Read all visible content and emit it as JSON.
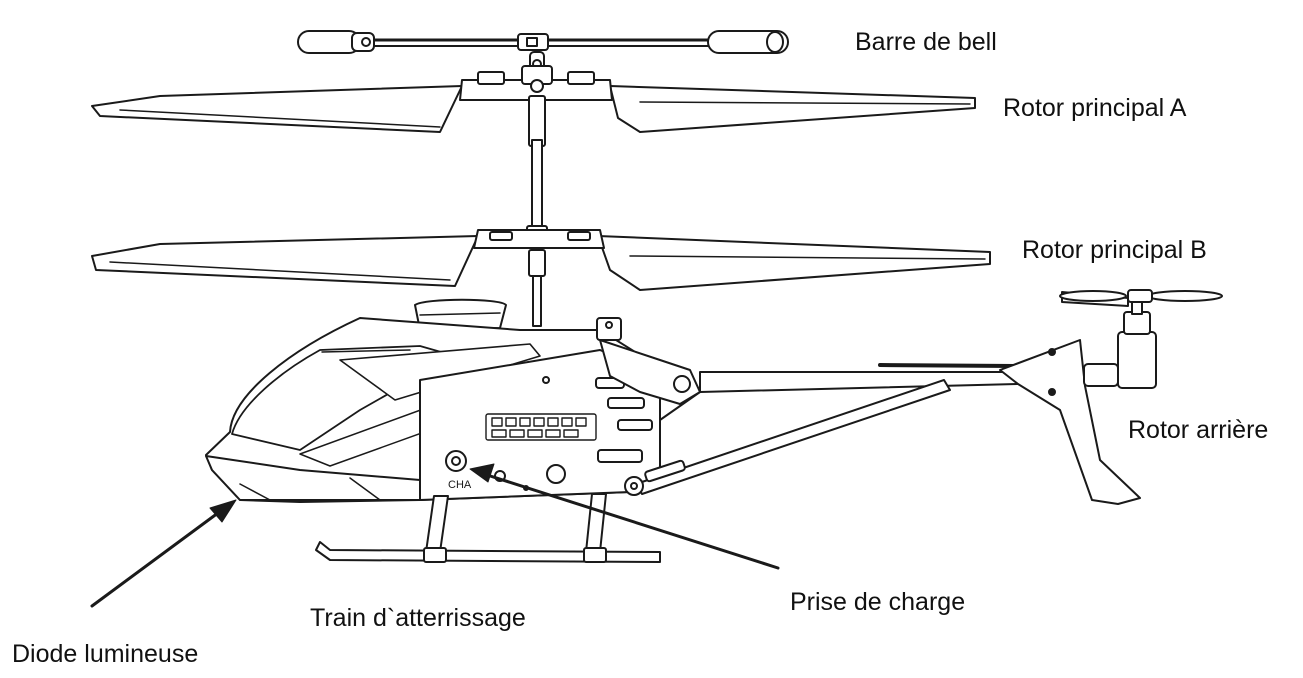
{
  "labels": {
    "flybar": "Barre de bell",
    "main_rotor_a": "Rotor principal A",
    "main_rotor_b": "Rotor principal B",
    "tail_rotor": "Rotor arrière",
    "charging_port": "Prise de charge",
    "landing_gear": "Train d`atterrissage",
    "led": "Diode lumineuse",
    "port_marking": "CHA"
  },
  "colors": {
    "line": "#1a1a1a",
    "fill": "#ffffff",
    "text": "#111111"
  }
}
